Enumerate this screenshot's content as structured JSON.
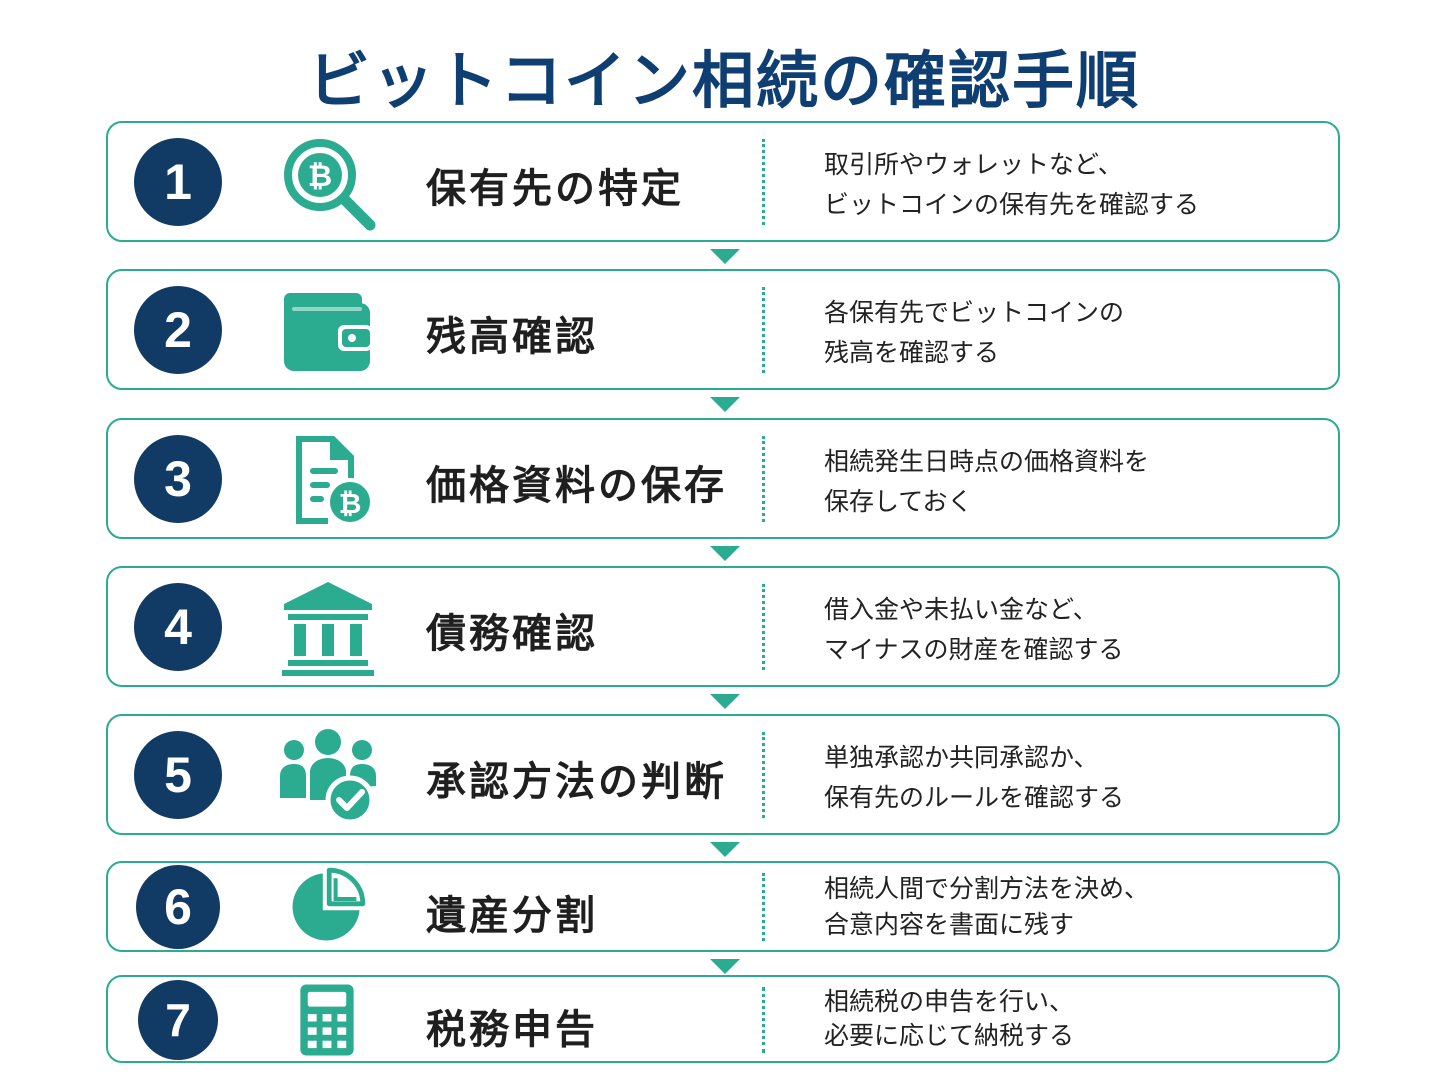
{
  "title": "ビットコイン相続の確認手順",
  "colors": {
    "accent": "#2bab8f",
    "navy": "#113b64",
    "title": "#0f3f72"
  },
  "steps": [
    {
      "number": "1",
      "icon": "bitcoin-search-icon",
      "title": "保有先の特定",
      "desc": [
        "取引所やウォレットなど、",
        "ビットコインの保有先を確認する"
      ]
    },
    {
      "number": "2",
      "icon": "wallet-icon",
      "title": "残高確認",
      "desc": [
        "各保有先でビットコインの",
        "残高を確認する"
      ]
    },
    {
      "number": "3",
      "icon": "bitcoin-document-icon",
      "title": "価格資料の保存",
      "desc": [
        "相続発生日時点の価格資料を",
        "保存しておく"
      ]
    },
    {
      "number": "4",
      "icon": "bank-icon",
      "title": "債務確認",
      "desc": [
        "借入金や未払い金など、",
        "マイナスの財産を確認する"
      ]
    },
    {
      "number": "5",
      "icon": "people-check-icon",
      "title": "承認方法の判断",
      "desc": [
        "単独承認か共同承認か、",
        "保有先のルールを確認する"
      ]
    },
    {
      "number": "6",
      "icon": "pie-chart-icon",
      "title": "遺産分割",
      "desc": [
        "相続人間で分割方法を決め、",
        "合意内容を書面に残す"
      ]
    },
    {
      "number": "7",
      "icon": "calculator-icon",
      "title": "税務申告",
      "desc": [
        "相続税の申告を行い、",
        "必要に応じて納税する"
      ]
    }
  ]
}
